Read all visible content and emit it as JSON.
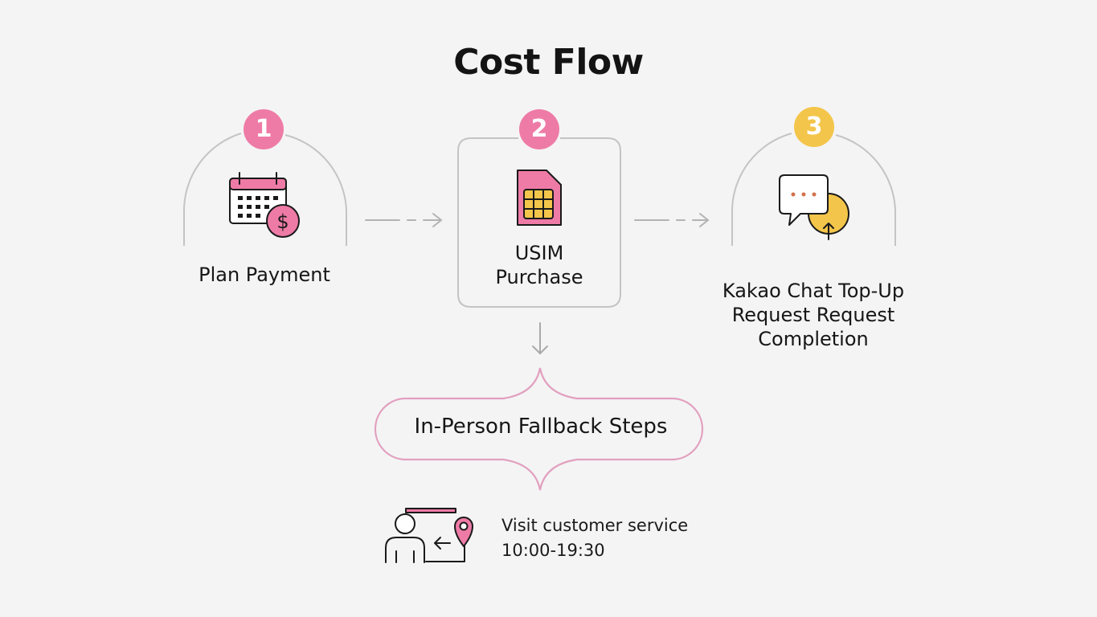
{
  "title": "Cost Flow",
  "colors": {
    "pink": "#ee7ba6",
    "yellow": "#f3c54a",
    "outline": "#c4c4c4",
    "arrow": "#b3b3b3",
    "bracket": "#e2a0bf"
  },
  "steps": [
    {
      "number": "1",
      "label_lines": [
        "Plan Payment"
      ],
      "icon": "calendar-dollar-icon",
      "color": "#ee7ba6"
    },
    {
      "number": "2",
      "label_lines": [
        "USIM",
        "Purchase"
      ],
      "icon": "sim-card-icon",
      "color": "#ee7ba6"
    },
    {
      "number": "3",
      "label_lines": [
        "Kakao Chat Top-Up",
        "Request Request",
        "Completion"
      ],
      "icon": "chat-top-up-icon",
      "color": "#f3c54a"
    }
  ],
  "fallback": {
    "label": "In-Person Fallback Steps",
    "visit": {
      "icon": "customer-service-location-icon",
      "line1": "Visit customer service",
      "line2": "10:00-19:30"
    }
  }
}
